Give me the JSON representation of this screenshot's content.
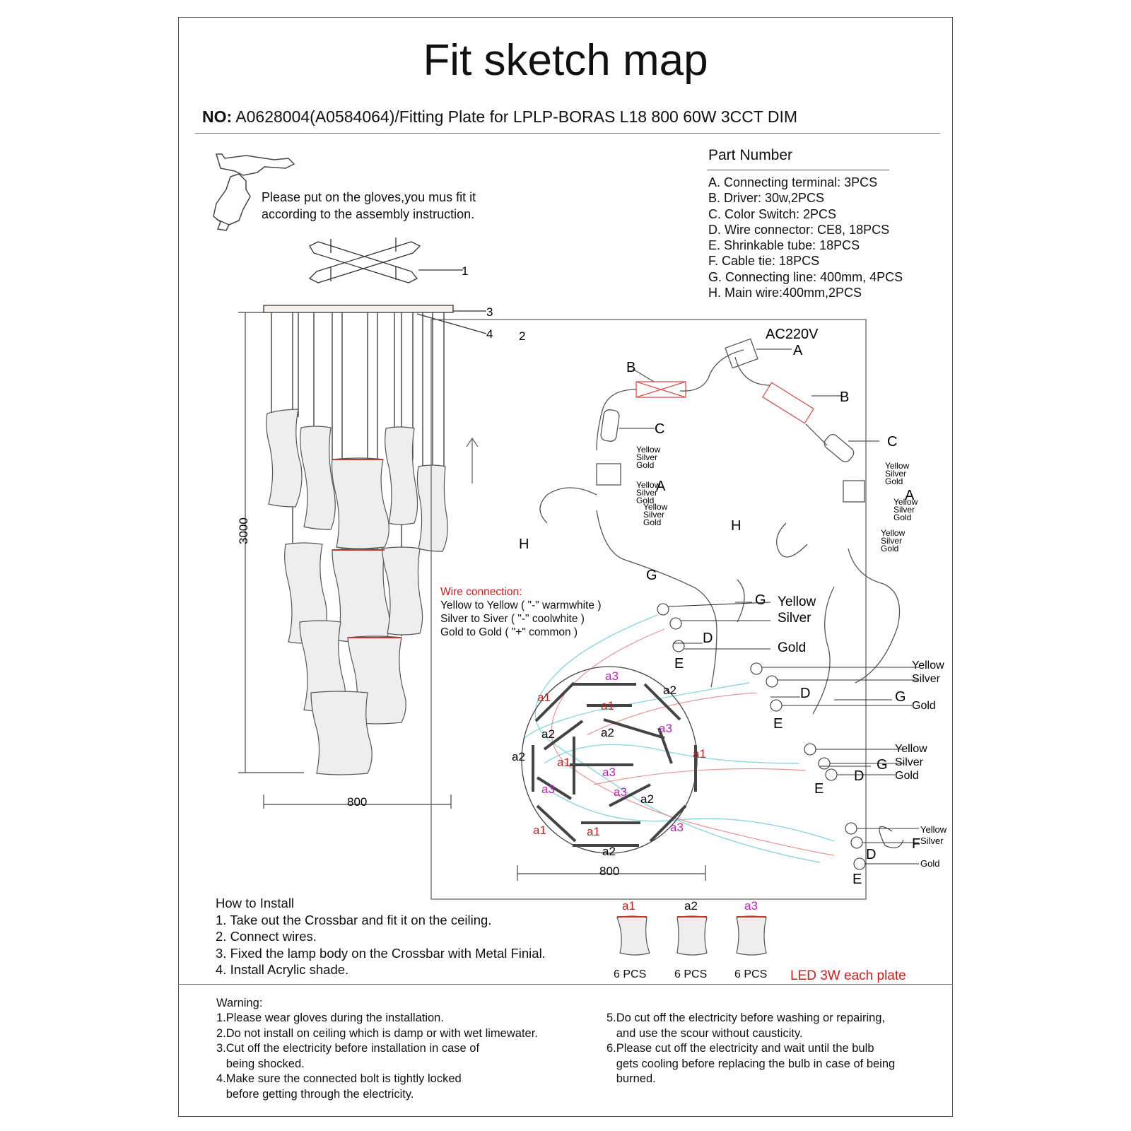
{
  "title": "Fit sketch map",
  "doc_no": {
    "label": "NO:",
    "value": "A0628004(A0584064)/Fitting Plate for LPLP-BORAS L18 800 60W 3CCT DIM"
  },
  "part_number": {
    "title": "Part  Number",
    "items": [
      "A. Connecting terminal: 3PCS",
      "B. Driver: 30w,2PCS",
      "C. Color Switch: 2PCS",
      "D. Wire connector:  CE8, 18PCS",
      "E. Shrinkable tube: 18PCS",
      "F. Cable tie: 18PCS",
      "G. Connecting line: 400mm, 4PCS",
      "H. Main wire:400mm,2PCS"
    ]
  },
  "glove_note": [
    "Please put on the gloves,you mus fit it",
    "according to the assembly instruction."
  ],
  "callouts": {
    "n1": "1",
    "n2": "2",
    "n3": "3",
    "n4": "4"
  },
  "dimensions": {
    "height": "3000",
    "width_left": "800",
    "width_right": "800"
  },
  "power": "AC220V",
  "component_letters": {
    "A": "A",
    "B": "B",
    "C": "C",
    "D": "D",
    "E": "E",
    "F": "F",
    "G": "G",
    "H": "H"
  },
  "wire_colors": {
    "yellow": "Yellow",
    "silver": "Silver",
    "gold": "Gold"
  },
  "wire_connection": {
    "title": "Wire connection:",
    "lines": [
      "Yellow to Yellow ( \"-\" warmwhite )",
      "Silver to Siver ( \"-\" coolwhite )",
      "Gold to Gold ( \"+\" common )"
    ]
  },
  "plate_labels": {
    "a1": "a1",
    "a2": "a2",
    "a3": "a3"
  },
  "shades": [
    {
      "label": "a1",
      "count": "6 PCS"
    },
    {
      "label": "a2",
      "count": "6 PCS"
    },
    {
      "label": "a3",
      "count": "6 PCS"
    }
  ],
  "led_note": "LED 3W each plate",
  "how_to_install": {
    "title": "How to Install",
    "steps": [
      "1. Take out the Crossbar and fit it on the ceiling.",
      "2. Connect wires.",
      "3. Fixed the lamp body on the Crossbar with Metal Finial.",
      "4. Install Acrylic shade."
    ]
  },
  "warning": {
    "title": "Warning:",
    "left": [
      "1.Please wear gloves during the installation.",
      "2.Do not install on ceiling which is damp or with wet limewater.",
      "3.Cut off the electricity before installation in case of",
      "   being shocked.",
      "4.Make sure the connected bolt is tightly locked",
      "   before getting through the electricity."
    ],
    "right": [
      "5.Do cut off the electricity before washing or repairing,",
      "   and use the scour without causticity.",
      "6.Please cut off the electricity and wait until the bulb",
      "   gets cooling before replacing the bulb in case of being",
      "   burned."
    ]
  },
  "colors": {
    "red_label": "#d01c1c",
    "magenta_label": "#c21fc2",
    "wire_cyan": "#7fd3d6",
    "wire_pink": "#e88a8a"
  }
}
